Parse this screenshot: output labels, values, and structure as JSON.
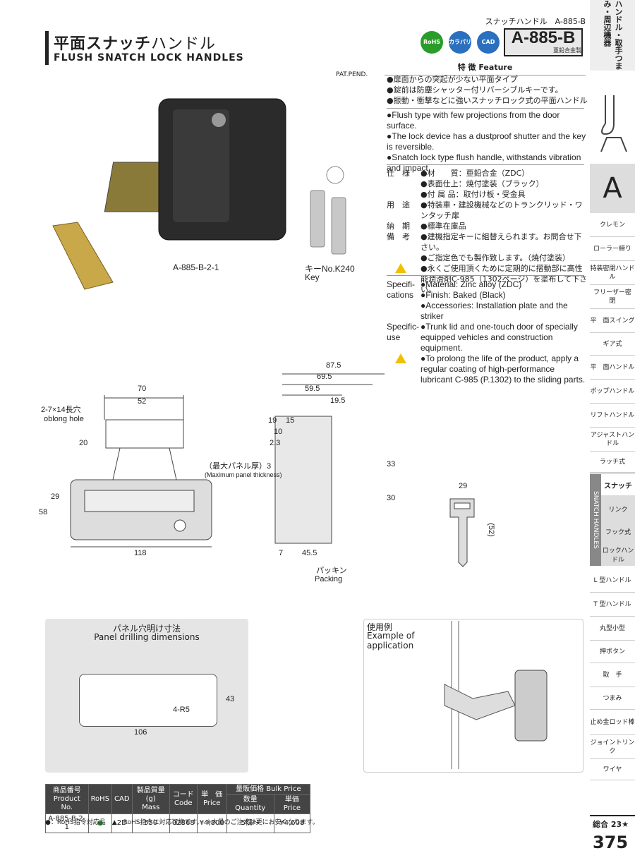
{
  "header": {
    "breadcrumb": "スナッチハンドル　A-885-B",
    "title_jp_bold": "平面スナッチ",
    "title_jp_thin": "ハンドル",
    "title_en": "FLUSH  SNATCH  LOCK  HANDLES"
  },
  "badges": {
    "rohs": "RoHS",
    "karapari": "カラパリ",
    "cad": "CAD"
  },
  "model": {
    "code": "A-885-B",
    "material": "亜鉛合金製"
  },
  "pat": "PAT.PEND.",
  "feature": {
    "heading": "特 徴  Feature",
    "jp": [
      "●扉面からの突起が少ない平面タイプ",
      "●錠前は防塵シャッター付リバーシブルキーです。",
      "●振動・衝撃などに強いスナッチロック式の平面ハンドル"
    ],
    "en": [
      "●Flush type with few projections from the door surface.",
      "●The lock device has a dustproof shutter and the key is reversible.",
      "●Snatch lock type flush handle, withstands vibration and impact."
    ]
  },
  "spec_jp": [
    {
      "label": "仕　様",
      "lines": [
        "●材　　質：亜鉛合金（ZDC）",
        "●表面仕上：焼付塗装（ブラック）",
        "●付 属 品：取付け板・受金具"
      ]
    },
    {
      "label": "用　途",
      "lines": [
        "●特装車・建設機械などのトランクリッド・ワンタッチ扉"
      ]
    },
    {
      "label": "納　期",
      "lines": [
        "●標準在庫品"
      ]
    },
    {
      "label": "備　考",
      "lines": [
        "●建機指定キーに組替えられます。お問合せ下さい。",
        "●ご指定色でも製作致します。（焼付塗装）"
      ]
    },
    {
      "label": "",
      "lines": [
        "●永くご使用頂くために定期的に摺動部に高性能潤滑剤C-985（1302ページ）を塗布して下さい。"
      ]
    }
  ],
  "spec_en": [
    {
      "label": "Specifi-cations",
      "lines": [
        "●Material: Zinc alloy (ZDC)",
        "●Finish: Baked (Black)",
        "●Accessories: Installation plate and the striker"
      ]
    },
    {
      "label": "Specific-use",
      "lines": [
        "●Trunk lid and one-touch door of specially equipped vehicles and construction equipment."
      ]
    },
    {
      "label": "",
      "lines": [
        "●To prolong the life of the product, apply a regular coating of high-performance lubricant C-985 (P.1302) to the sliding parts."
      ]
    }
  ],
  "photo": {
    "product_label": "A-885-B-2-1",
    "key_label_jp": "キーNo.K240",
    "key_label_en": "Key"
  },
  "drawing": {
    "d70": "70",
    "d52": "52",
    "hole_jp": "2-7×14長穴",
    "hole_en": "oblong hole",
    "d20": "20",
    "d29": "29",
    "d58": "58",
    "d118": "118",
    "d875": "87.5",
    "d695": "69.5",
    "d595": "59.5",
    "d195": "19.5",
    "d19": "19",
    "d15": "15",
    "d10": "10",
    "d23": "2.3",
    "panel_jp": "（最大パネル厚）3",
    "panel_en": "(Maximum panel thickness)",
    "d33": "33",
    "d30": "30",
    "d7": "7",
    "d455": "45.5",
    "packing_jp": "パッキン",
    "packing_en": "Packing",
    "key29": "29",
    "key52": "(52)"
  },
  "panel": {
    "title_jp": "パネル穴明け寸法",
    "title_en": "Panel drilling dimensions",
    "r": "4-R5",
    "w": "106",
    "h": "43"
  },
  "app": {
    "jp": "使用例",
    "en1": "Example of",
    "en2": "application"
  },
  "table": {
    "h_product_jp": "商品番号",
    "h_product_en": "Product No.",
    "h_rohs": "RoHS",
    "h_cad": "CAD",
    "h_mass_jp": "製品質量(g)",
    "h_mass_en": "Mass",
    "h_code_jp": "コード",
    "h_code_en": "Code",
    "h_price_jp": "単　価",
    "h_price_en": "Price",
    "h_bulk": "量販価格 Bulk Price",
    "h_qty": "数量 Quantity",
    "h_unit": "単価 Price",
    "row": {
      "product": "A-885-B-2-1",
      "rohs": "●",
      "cad": "2D",
      "mass": "550",
      "code": "02868",
      "price": "¥4,800",
      "qty": "5個～",
      "bulk": "¥4,608"
    }
  },
  "note": "●：RoHS指令対応品　▲：RoHS指令に対応可能です。　※大量のご注文は更にお安くなります。",
  "sidebar": {
    "top": "ハンドル・取手つまみ・周辺機器",
    "letter": "A",
    "items": [
      "クレモン",
      "ローラー締り",
      "特装密閉ハンドル",
      "フリーザー密 閉",
      "平　面スイング",
      "ギア式",
      "平　面ハンドル",
      "ポップハンドル",
      "リフトハンドル",
      "アジャストハンドル",
      "ラッチ式"
    ],
    "snatch_vert": "SNATCH HANDLES",
    "snatch_items": [
      "スナッチ",
      "リンク",
      "フック式",
      "ロックハンドル"
    ],
    "items2": [
      "L 型ハンドル",
      "T 型ハンドル",
      "丸型小型",
      "押ボタン",
      "取　手",
      "つまみ",
      "止め金ロッド棒",
      "ジョイントリンク",
      "ワイヤ"
    ],
    "total": "総合 23★",
    "page": "375"
  }
}
